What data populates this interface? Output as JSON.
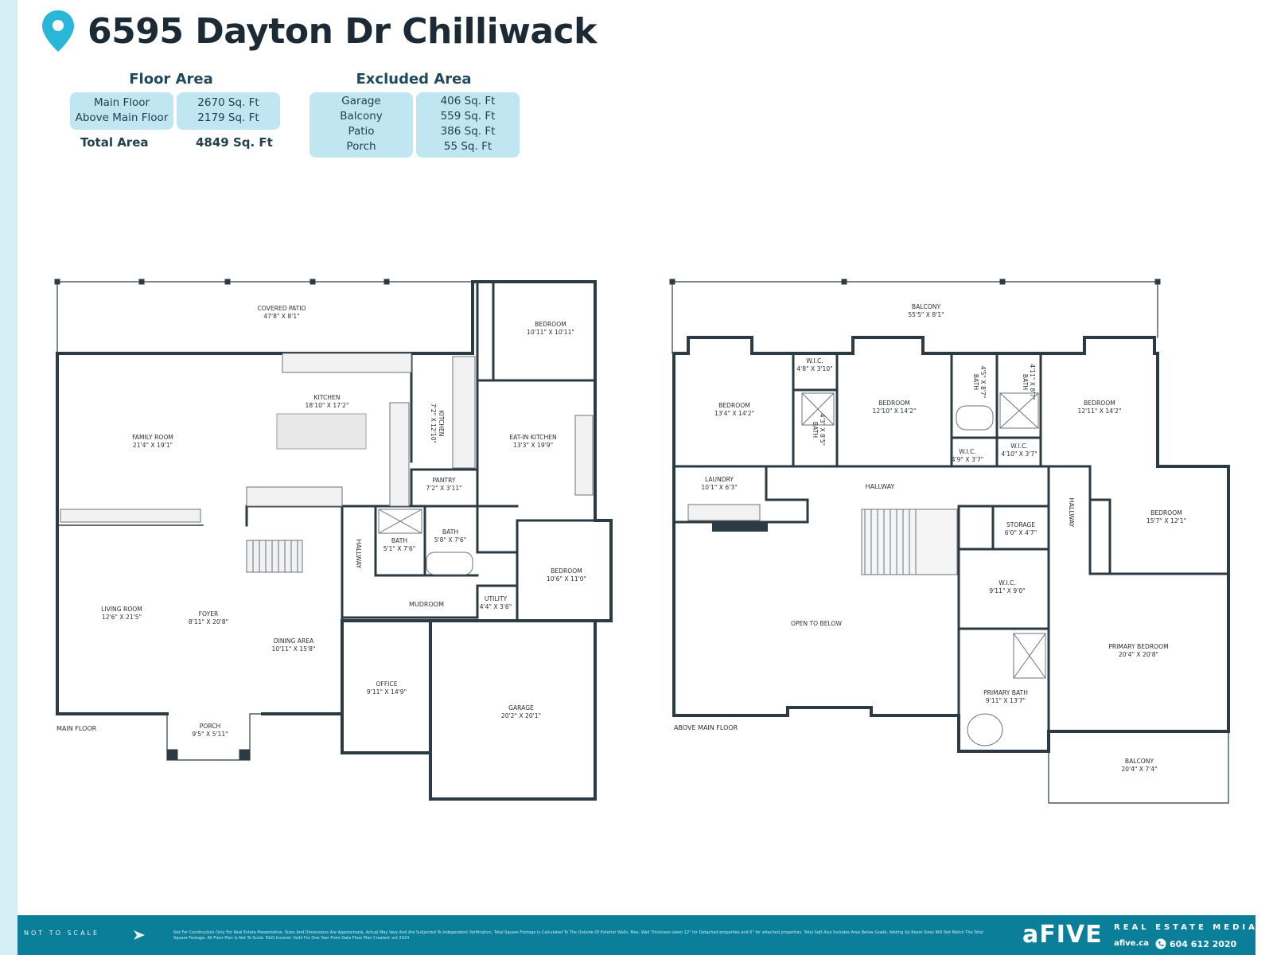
{
  "title": "6595 Dayton Dr Chilliwack",
  "colors": {
    "accent": "#29b6d9",
    "panel": "#bfe6f1",
    "wall": "#2c3a44",
    "footer": "#0b7f9a",
    "leftbar": "#d6eef5"
  },
  "floor_area": {
    "heading": "Floor Area",
    "rows": [
      {
        "label": "Main Floor",
        "value": "2670 Sq. Ft"
      },
      {
        "label": "Above Main Floor",
        "value": "2179 Sq. Ft"
      }
    ],
    "total_label": "Total Area",
    "total_value": "4849 Sq. Ft"
  },
  "excluded_area": {
    "heading": "Excluded Area",
    "rows": [
      {
        "label": "Garage",
        "value": "406 Sq. Ft"
      },
      {
        "label": "Balcony",
        "value": "559 Sq. Ft"
      },
      {
        "label": "Patio",
        "value": "386 Sq. Ft"
      },
      {
        "label": "Porch",
        "value": "55 Sq. Ft"
      }
    ]
  },
  "main_floor": {
    "label": "MAIN FLOOR",
    "rooms": [
      {
        "name": "COVERED PATIO",
        "dim": "47'8\" X 8'1\""
      },
      {
        "name": "BEDROOM",
        "dim": "10'11\" X 10'11\""
      },
      {
        "name": "KITCHEN",
        "dim": "18'10\" X 17'2\""
      },
      {
        "name": "KITCHEN",
        "dim": "7'2\" X 12'10\""
      },
      {
        "name": "EAT-IN KITCHEN",
        "dim": "13'3\" X 19'9\""
      },
      {
        "name": "FAMILY ROOM",
        "dim": "21'4\" X 19'1\""
      },
      {
        "name": "PANTRY",
        "dim": "7'2\" X 3'11\""
      },
      {
        "name": "BATH",
        "dim": "5'1\" X 7'6\""
      },
      {
        "name": "BATH",
        "dim": "5'8\" X 7'6\""
      },
      {
        "name": "HALLWAY",
        "dim": ""
      },
      {
        "name": "BEDROOM",
        "dim": "10'6\" X 11'0\""
      },
      {
        "name": "MUDROOM",
        "dim": ""
      },
      {
        "name": "UTILITY",
        "dim": "4'4\" X 3'6\""
      },
      {
        "name": "LIVING ROOM",
        "dim": "12'6\" X 21'5\""
      },
      {
        "name": "FOYER",
        "dim": "8'11\" X 20'8\""
      },
      {
        "name": "DINING AREA",
        "dim": "10'11\" X 15'8\""
      },
      {
        "name": "OFFICE",
        "dim": "9'11\" X 14'9\""
      },
      {
        "name": "GARAGE",
        "dim": "20'2\" X 20'1\""
      },
      {
        "name": "PORCH",
        "dim": "9'5\" X 5'11\""
      }
    ]
  },
  "above_floor": {
    "label": "ABOVE MAIN FLOOR",
    "rooms": [
      {
        "name": "BALCONY",
        "dim": "55'5\" X 8'1\""
      },
      {
        "name": "W.I.C.",
        "dim": "4'8\" X 3'10\""
      },
      {
        "name": "BEDROOM",
        "dim": "13'4\" X 14'2\""
      },
      {
        "name": "BATH",
        "dim": "4'3\" X 8'5\""
      },
      {
        "name": "BEDROOM",
        "dim": "12'10\" X 14'2\""
      },
      {
        "name": "BATH",
        "dim": "4'5\" X 8'7\""
      },
      {
        "name": "BATH",
        "dim": "4'11\" X 8'7\""
      },
      {
        "name": "BEDROOM",
        "dim": "12'11\" X 14'2\""
      },
      {
        "name": "W.I.C.",
        "dim": "4'9\" X 3'7\""
      },
      {
        "name": "W.I.C.",
        "dim": "4'10\" X 3'7\""
      },
      {
        "name": "LAUNDRY",
        "dim": "10'1\" X 6'3\""
      },
      {
        "name": "HALLWAY",
        "dim": ""
      },
      {
        "name": "HALLWAY",
        "dim": ""
      },
      {
        "name": "BEDROOM",
        "dim": "15'7\" X 12'1\""
      },
      {
        "name": "STORAGE",
        "dim": "6'0\" X 4'7\""
      },
      {
        "name": "W.I.C.",
        "dim": "9'11\" X 9'0\""
      },
      {
        "name": "OPEN TO BELOW",
        "dim": ""
      },
      {
        "name": "PRIMARY BEDROOM",
        "dim": "20'4\" X 20'8\""
      },
      {
        "name": "PRIMARY BATH",
        "dim": "9'11\" X 13'7\""
      },
      {
        "name": "BALCONY",
        "dim": "20'4\" X 7'4\""
      }
    ]
  },
  "footer": {
    "not_to_scale": "NOT TO SCALE",
    "disclaimer": "Not For Construction Only For Real Estate Presentation. Sizes And Dimensions Are Approximate, Actual May Vary And Are Subjected To Independent Verification. Total Square Footage Is Calculated To The Outside Of Exterior Walls. Max. Wall Thickness taken 12\" for Detached properties and 6\" for attached properties. Total Sqft Also Includes Area Below Grade. Adding Up Room Sizes Will Not Match The Total Square Footage. All Floor Plan Is Not To Scale. E&O Insured. Valid For One Year From Date Floor Plan Created: oct 2024",
    "brand": "aFIVE",
    "brand_sub": "REAL ESTATE MEDIA",
    "website": "afive.ca",
    "phone": "604 612 2020"
  }
}
